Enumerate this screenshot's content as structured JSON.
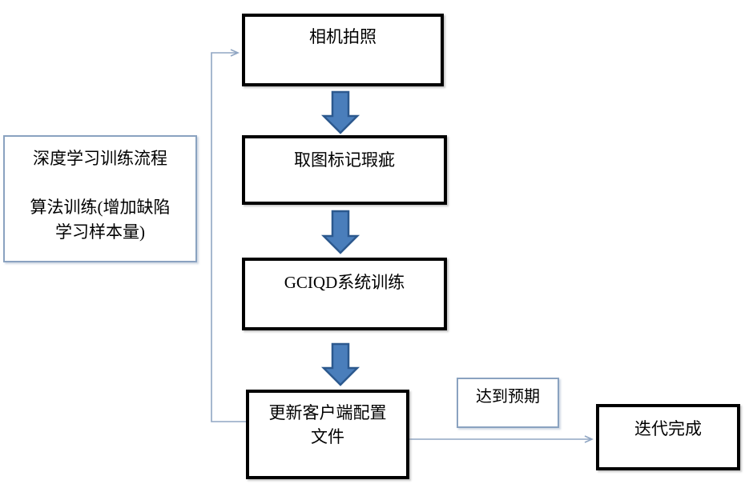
{
  "diagram": {
    "nodes": {
      "camera": {
        "label": "相机拍照"
      },
      "mark_defects": {
        "label": "取图标记瑕疵"
      },
      "system_training": {
        "label": "GCIQD系统训练"
      },
      "update_config": {
        "lines": [
          "更新客户端配置",
          "文件"
        ]
      },
      "iteration_done": {
        "label": "迭代完成"
      }
    },
    "side_note": {
      "lines": [
        "深度学习训练流程",
        "算法训练(增加缺陷",
        "学习样本量)"
      ]
    },
    "edge_label": "达到预期",
    "colors": {
      "box_border": "#000000",
      "note_border": "#8aa2c0",
      "connector": "#90a6c3",
      "block_arrow_fill": "#4a7ebb",
      "block_arrow_stroke": "#2c598e"
    }
  }
}
